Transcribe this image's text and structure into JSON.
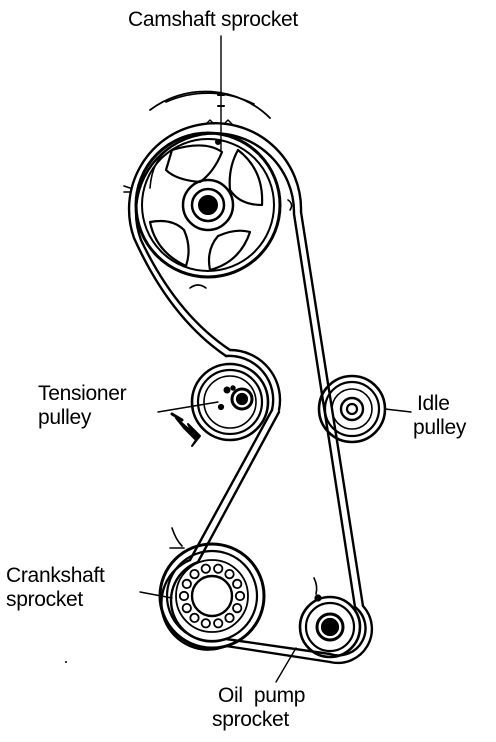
{
  "labels": {
    "camshaft_sprocket": "Camshaft sprocket",
    "tensioner_pulley_line1": "Tensioner",
    "tensioner_pulley_line2": "pulley",
    "idle_pulley_line1": "Idle",
    "idle_pulley_line2": "pulley",
    "crankshaft_sprocket_line1": "Crankshaft",
    "crankshaft_sprocket_line2": "sprocket",
    "oil_pump_sprocket_line1": "Oil  pump",
    "oil_pump_sprocket_line2": "sprocket"
  },
  "colors": {
    "ink": "#000000",
    "paper": "#ffffff"
  }
}
